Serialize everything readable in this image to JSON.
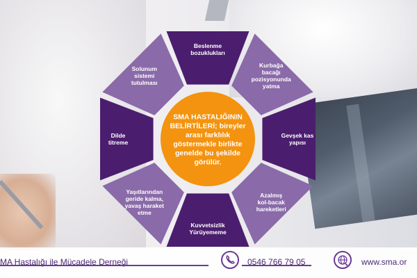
{
  "center": {
    "lines": [
      "SMA HASTALIĞININ",
      "BELİRTİLERİ; bireyler",
      "arası farklılık",
      "göstermekle birlikte",
      "genelde bu şekilde",
      "görülür."
    ]
  },
  "segments": [
    {
      "lines": [
        "Beslenme",
        "bozuklukları"
      ]
    },
    {
      "lines": [
        "Kurbağa",
        "bacağı",
        "pozisyonunda",
        "yatma"
      ]
    },
    {
      "lines": [
        "Gevşek kas",
        "yapısı"
      ]
    },
    {
      "lines": [
        "Azalmış",
        "kol-bacak",
        "hareketleri"
      ]
    },
    {
      "lines": [
        "Kuvvetsizlik",
        "Yürüyememe"
      ]
    },
    {
      "lines": [
        "Yaşıtlarından",
        "geride kalma,",
        "yavaş haraket",
        "etme"
      ]
    },
    {
      "lines": [
        "Dilde",
        "titreme"
      ]
    },
    {
      "lines": [
        "Solunum",
        "sistemi",
        "tutulması"
      ]
    }
  ],
  "footer": {
    "org": "MA Hastalığı ile Mücadele Derneği",
    "phone": "0546 766 79 05",
    "web": "www.sma.or"
  },
  "colors": {
    "dark_purple": "#4b1d6e",
    "light_purple": "#8a6aa8",
    "center_orange": "#f3930f",
    "footer_text": "#4b2a74"
  },
  "icons": [
    "phone-icon",
    "globe-icon"
  ]
}
